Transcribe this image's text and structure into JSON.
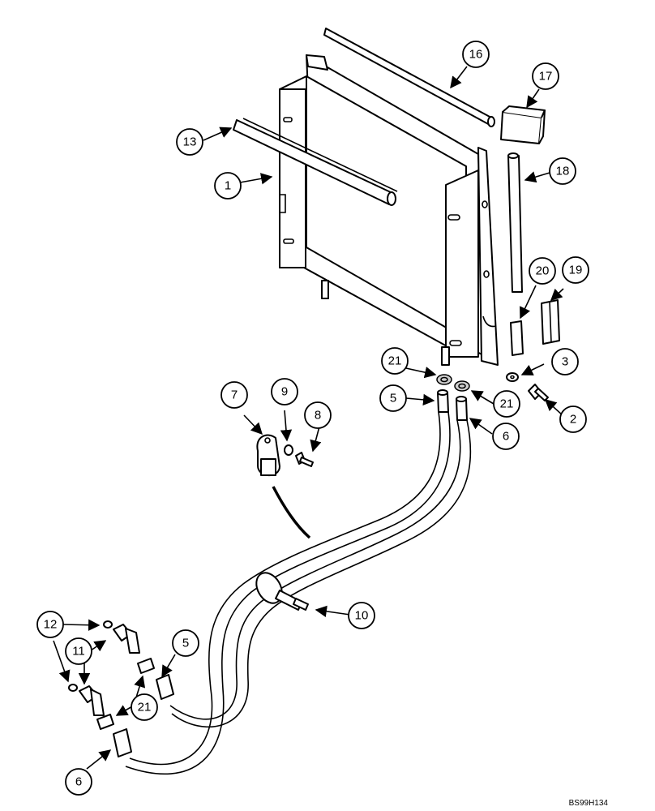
{
  "drawing_code": "BS99H134",
  "callouts": [
    {
      "id": "c1",
      "label": "1"
    },
    {
      "id": "c2",
      "label": "2"
    },
    {
      "id": "c3",
      "label": "3"
    },
    {
      "id": "c5a",
      "label": "5"
    },
    {
      "id": "c5b",
      "label": "5"
    },
    {
      "id": "c6a",
      "label": "6"
    },
    {
      "id": "c6b",
      "label": "6"
    },
    {
      "id": "c7",
      "label": "7"
    },
    {
      "id": "c8",
      "label": "8"
    },
    {
      "id": "c9",
      "label": "9"
    },
    {
      "id": "c10",
      "label": "10"
    },
    {
      "id": "c11",
      "label": "11"
    },
    {
      "id": "c12",
      "label": "12"
    },
    {
      "id": "c13",
      "label": "13"
    },
    {
      "id": "c16",
      "label": "16"
    },
    {
      "id": "c17",
      "label": "17"
    },
    {
      "id": "c18",
      "label": "18"
    },
    {
      "id": "c19",
      "label": "19"
    },
    {
      "id": "c20",
      "label": "20"
    },
    {
      "id": "c21a",
      "label": "21"
    },
    {
      "id": "c21b",
      "label": "21"
    },
    {
      "id": "c21c",
      "label": "21"
    }
  ]
}
